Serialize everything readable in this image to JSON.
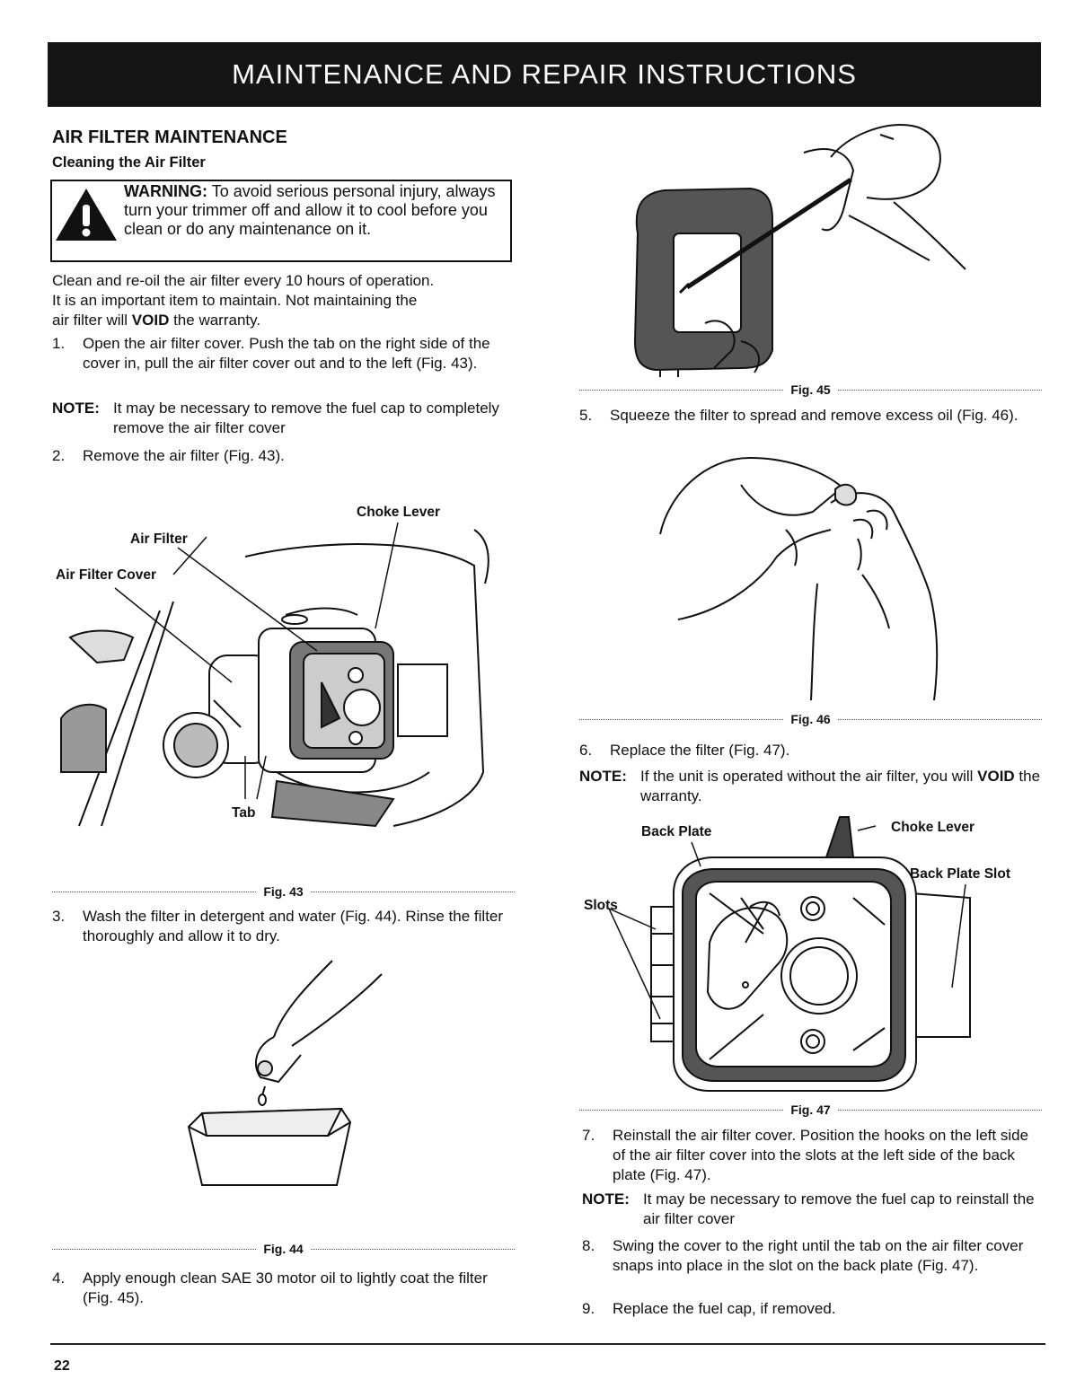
{
  "header": {
    "title": "MAINTENANCE AND REPAIR INSTRUCTIONS"
  },
  "section": {
    "title": "AIR FILTER MAINTENANCE",
    "subtitle": "Cleaning the Air Filter"
  },
  "warning": {
    "label": "WARNING:",
    "text": "To avoid serious personal injury, always turn your trimmer off and allow it to cool before you clean or do any maintenance on it."
  },
  "intro": {
    "line1": "Clean and re-oil the air filter every 10 hours of operation.",
    "line2": "It is an important item to maintain. Not maintaining the",
    "line3_pre": "air filter will ",
    "line3_bold": "VOID",
    "line3_post": " the warranty."
  },
  "steps": {
    "s1": {
      "num": "1.",
      "text": "Open the air filter cover. Push the tab on the right side of the cover in, pull the air filter cover out and to the left (Fig. 43)."
    },
    "s2": {
      "num": "2.",
      "text": "Remove the air filter (Fig. 43)."
    },
    "s3": {
      "num": "3.",
      "text": "Wash the filter in detergent and water (Fig. 44). Rinse the filter thoroughly and allow it to dry."
    },
    "s4": {
      "num": "4.",
      "text": "Apply enough clean SAE 30 motor oil to lightly coat the filter (Fig. 45)."
    },
    "s5": {
      "num": "5.",
      "text": "Squeeze the filter to spread and remove excess oil (Fig. 46)."
    },
    "s6": {
      "num": "6.",
      "text": "Replace the filter (Fig. 47)."
    },
    "s7": {
      "num": "7.",
      "text": "Reinstall the air filter cover. Position the hooks on the left side of the air filter cover into the slots at the left side of the back plate (Fig. 47)."
    },
    "s8": {
      "num": "8.",
      "text": "Swing the cover to the right until the tab on the air filter cover snaps into place in the slot on the back plate (Fig. 47)."
    },
    "s9": {
      "num": "9.",
      "text": "Replace the fuel cap, if removed."
    }
  },
  "notes": {
    "n1": {
      "label": "NOTE:",
      "text": "It may be necessary to remove the fuel cap to completely remove the air filter cover"
    },
    "n2": {
      "label": "NOTE:",
      "text_pre": "If the unit is operated without the air filter, you will ",
      "text_bold": "VOID",
      "text_post": " the warranty."
    },
    "n3": {
      "label": "NOTE:",
      "text": "It may be necessary to remove the fuel cap to reinstall the air filter cover"
    }
  },
  "figures": {
    "fig43": {
      "caption": "Fig. 43",
      "choke_lever": "Choke Lever",
      "air_filter": "Air Filter",
      "air_filter_cover": "Air Filter Cover",
      "tab": "Tab"
    },
    "fig44": {
      "caption": "Fig. 44"
    },
    "fig45": {
      "caption": "Fig. 45"
    },
    "fig46": {
      "caption": "Fig. 46"
    },
    "fig47": {
      "caption": "Fig. 47",
      "back_plate": "Back Plate",
      "choke_lever": "Choke Lever",
      "back_plate_slot": "Back Plate Slot",
      "slots": "Slots"
    }
  },
  "footer": {
    "page_number": "22"
  }
}
